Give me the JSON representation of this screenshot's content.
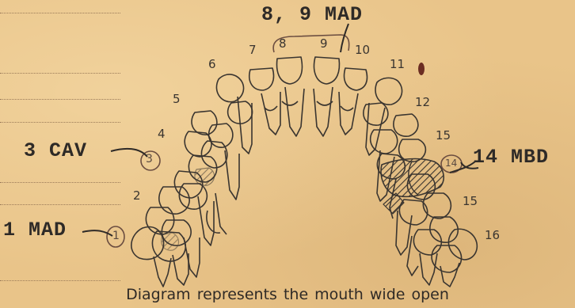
{
  "diagram": {
    "annotations": {
      "upper_center": "8, 9 MAD",
      "left_upper": "3 CAV",
      "right": "14 MBD",
      "left_lower": "1 MAD"
    },
    "tooth_numbers": [
      "2",
      "4",
      "5",
      "6",
      "7",
      "8",
      "9",
      "10",
      "11",
      "12",
      "15",
      "15",
      "16"
    ],
    "circled_numbers": [
      "3",
      "14",
      "1"
    ],
    "caption": "Diagram represents the mouth wide open"
  },
  "colors": {
    "paper": "#e9c489",
    "ink": "#2e2a27",
    "hatch": "#3a3530",
    "mark": "#6b2d22"
  }
}
